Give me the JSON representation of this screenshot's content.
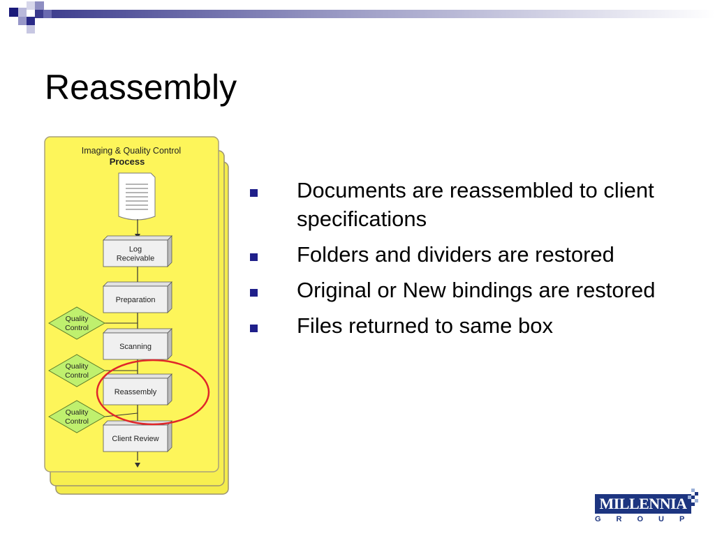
{
  "slide": {
    "title": "Reassembly",
    "bullets": [
      "Documents are reassembled to client specifications",
      "Folders and dividers are restored",
      "Original or New bindings are restored",
      "Files returned to same box"
    ]
  },
  "flowchart": {
    "heading": "Imaging & Quality Control",
    "subheading": "Process",
    "steps": [
      [
        "Log",
        "Receivable"
      ],
      [
        "Preparation"
      ],
      [
        "Scanning"
      ],
      [
        "Reassembly"
      ],
      [
        "Client Review"
      ]
    ],
    "quality_controls": [
      [
        "Quality",
        "Control"
      ],
      [
        "Quality",
        "Control"
      ],
      [
        "Quality",
        "Control"
      ]
    ],
    "highlighted_step": "Reassembly"
  },
  "logo": {
    "name": "MILLENNIA",
    "subtitle": "GROUP"
  },
  "colors": {
    "panel_fill": "#fdf55a",
    "panel_stroke": "#a8a07a",
    "accent_blue": "#1f1f8a",
    "highlight_ring": "#e0262a"
  }
}
